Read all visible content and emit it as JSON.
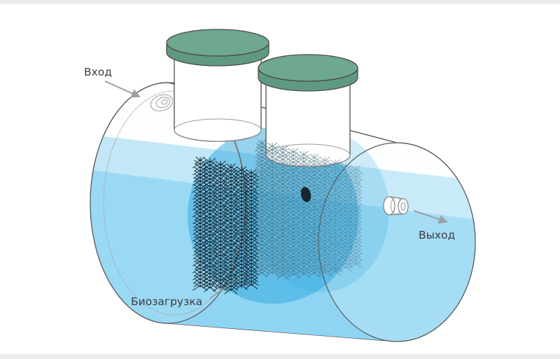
{
  "diagram": {
    "labels": {
      "inlet": "Вход",
      "outlet": "Выход",
      "bioload": "Биозагрузка"
    }
  },
  "colors": {
    "tank_fill": "#FDFEFE",
    "water": "#8FD5F3",
    "water_surface": "#BCE6F8",
    "chamber": "#2FA7DD",
    "lid_top": "#6EA88E",
    "lid_side": "#5F9A80",
    "brush_dark": "#17262F",
    "brush_light": "#4D7383",
    "arrow": "#9AA0A3",
    "label": "#3C3C3C"
  }
}
